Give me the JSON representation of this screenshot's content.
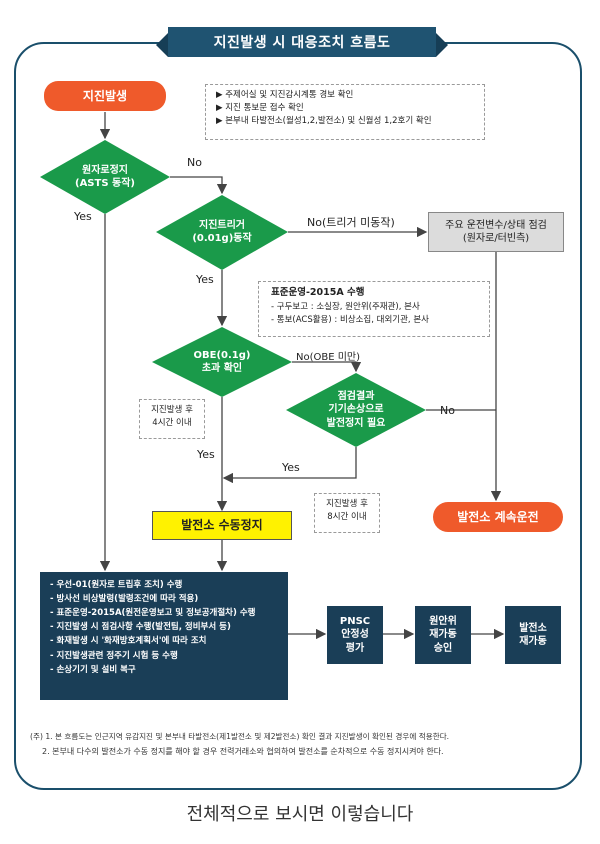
{
  "title": "지진발생 시 대응조치 흐름도",
  "start": "지진발생",
  "info_top": [
    "▶ 주제어실 및 지진감시계통 경보 확인",
    "▶ 지진 통보문 접수 확인",
    "▶ 본부내 타발전소(월성1,2,발전소) 및 신월성 1,2호기 확인"
  ],
  "d1": {
    "line1": "원자로정지",
    "line2": "(ASTS 동작)"
  },
  "d1_no": "No",
  "d1_yes": "Yes",
  "d2": {
    "line1": "지진트리거",
    "line2": "(0.01g)동작"
  },
  "d2_no": "No(트리거 미동작)",
  "d2_yes": "Yes",
  "check_box": {
    "line1": "주요 운전변수/상태 점검",
    "line2": "(원자로/터빈측)"
  },
  "info_std": {
    "title": "표준운영-2015A 수행",
    "lines": [
      "- 구두보고 : 소실장, 원안위(주재관), 본사",
      "- 통보(ACS활용) : 비상소집, 대외기관, 본사"
    ]
  },
  "d3": {
    "line1": "OBE(0.1g)",
    "line2": "초과 확인"
  },
  "d3_no": "No(OBE 미만)",
  "d3_yes": "Yes",
  "time4": {
    "line1": "지진발생 후",
    "line2": "4시간 이내"
  },
  "d4": {
    "line1": "점검결과",
    "line2": "기기손상으로",
    "line3": "발전정지 필요"
  },
  "d4_no": "No",
  "d4_yes": "Yes",
  "time8": {
    "line1": "지진발생 후",
    "line2": "8시간 이내"
  },
  "manual_stop": "발전소 수동정지",
  "continue": "발전소 계속운전",
  "steps": [
    "- 우선-01(원자로 트립후 조치) 수행",
    "- 방사선 비상발령(발령조건에 따라 적용)",
    "- 표준운영-2015A(원전운영보고 및 정보공개절차) 수행",
    "- 지진발생 시 점검사항 수행(발전팀, 정비부서 등)",
    "- 화재발생 시 '화재방호계획서'에 따라 조치",
    "- 지진발생관련 정주기 시험 등 수행",
    "- 손상기기 및 설비 복구"
  ],
  "pnsc": {
    "line1": "PNSC",
    "line2": "안정성",
    "line3": "평가"
  },
  "approval": {
    "line1": "원안위",
    "line2": "재가동",
    "line3": "승인"
  },
  "restart": {
    "line1": "발전소",
    "line2": "재가동"
  },
  "notes": [
    "(주) 1. 본 흐름도는 인근지역 유감지진 및 본부내 타발전소(제1발전소 및 제2발전소) 확인 결과 지진발생이 확인된 경우에 적용한다.",
    "2. 본부내 다수의 발전소가 수동 정지를 해야 할 경우 전력거래소와 협의하여 발전소를 순차적으로 수동 정지시켜야 한다."
  ],
  "caption": "전체적으로 보시면 이렇습니다",
  "colors": {
    "navy": "#1a3e57",
    "orange": "#ef5a2b",
    "green": "#1a9a4a",
    "yellow": "#fff200"
  }
}
